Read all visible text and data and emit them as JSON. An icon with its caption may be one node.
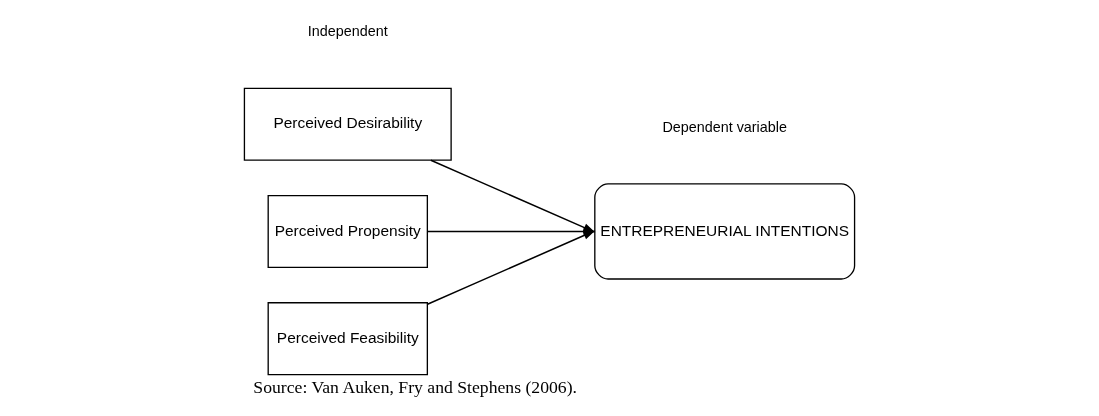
{
  "diagram": {
    "caption": "Source: Van Auken, Fry and Stephens (2006).",
    "nodes": [
      {
        "text": [
          "Perceived Desirability"
        ]
      },
      {
        "text": [
          "Perceived Propensity"
        ]
      },
      {
        "text": [
          "Perceived Feasibility"
        ]
      },
      {
        "text": [
          "ENTREPRENEURIAL INTENTIONS"
        ]
      }
    ],
    "edges": [
      {
        "from": 0,
        "to": 3,
        "arrow": "to"
      },
      {
        "from": 1,
        "to": 3,
        "arrow": "to"
      },
      {
        "from": 2,
        "to": 3,
        "arrow": "to"
      }
    ],
    "labels": [
      "Independent",
      "Dependent variable"
    ]
  }
}
